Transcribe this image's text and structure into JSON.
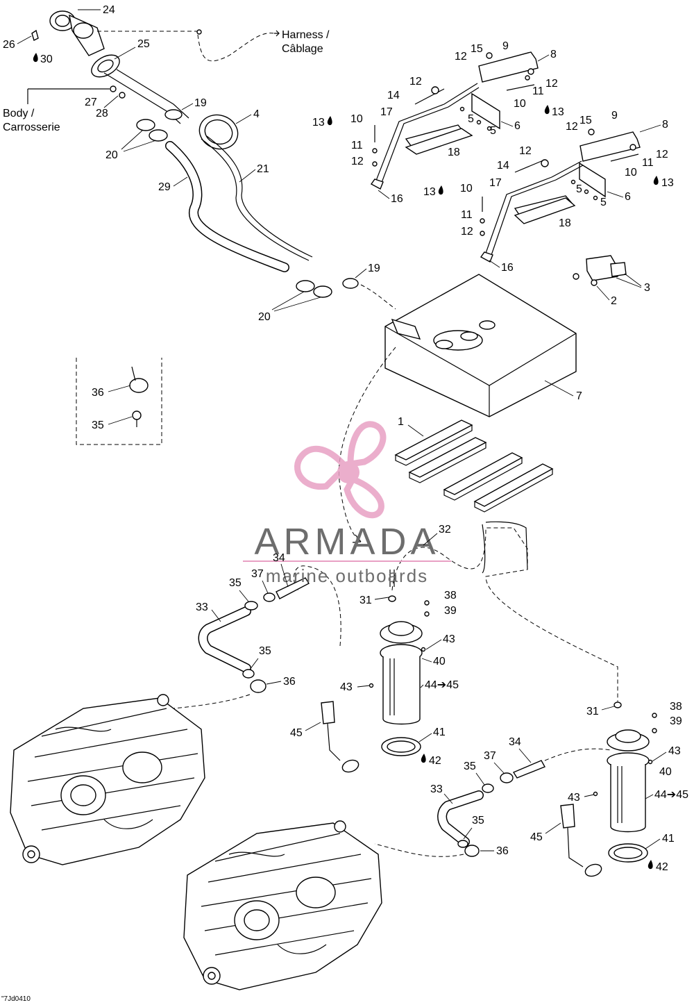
{
  "labels": {
    "harness": "Harness /",
    "cablage": "Câblage",
    "body": "Body /",
    "carrosserie": "Carrosserie",
    "footer_code": "\"7Jd0410"
  },
  "part_numbers": {
    "p1": "1",
    "p2": "2",
    "p3": "3",
    "p4": "4",
    "p5": "5",
    "p6": "6",
    "p7": "7",
    "p8": "8",
    "p9": "9",
    "p10": "10",
    "p11": "11",
    "p12": "12",
    "p13": "13",
    "p14": "14",
    "p15": "15",
    "p16": "16",
    "p17": "17",
    "p18": "18",
    "p19": "19",
    "p20": "20",
    "p21": "21",
    "p24": "24",
    "p25": "25",
    "p26": "26",
    "p27": "27",
    "p28": "28",
    "p29": "29",
    "p30": "30",
    "p31": "31",
    "p32": "32",
    "p33": "33",
    "p34": "34",
    "p35": "35",
    "p36": "36",
    "p37": "37",
    "p38": "38",
    "p39": "39",
    "p40": "40",
    "p41": "41",
    "p42": "42",
    "p43": "43",
    "p44_45": "44➔45",
    "p45": "45"
  },
  "watermark": {
    "brand": "ARMADA",
    "tagline": "marine outboards",
    "logo_color": "#e8a0c4",
    "text_color": "#6d6d6d"
  },
  "colors": {
    "ink": "#000000",
    "background": "#ffffff",
    "watermark_pink": "#e8a0c4"
  }
}
